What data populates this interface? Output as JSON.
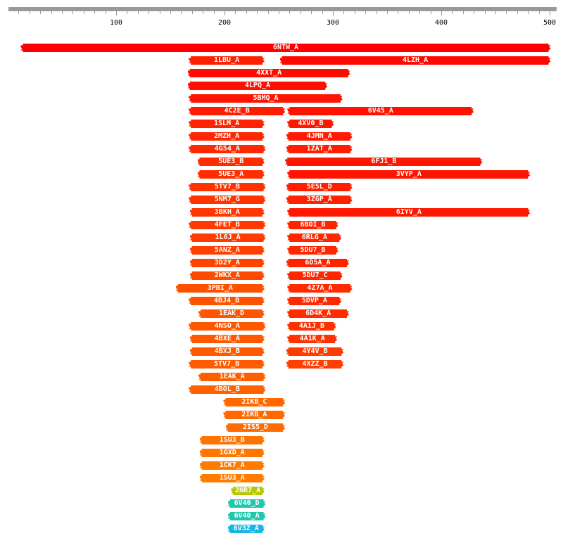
{
  "ruler": {
    "min": 0,
    "max": 505,
    "minor_step": 10,
    "labels": [
      "100",
      "200",
      "300",
      "400",
      "500"
    ]
  },
  "rows": [
    [
      {
        "label": "6NTW_A",
        "start": 12,
        "end": 501,
        "color": "#ff0000"
      }
    ],
    [
      {
        "label": "1LBU_A",
        "start": 167,
        "end": 237,
        "color": "#ff2000"
      },
      {
        "label": "4LZH_A",
        "start": 251,
        "end": 501,
        "color": "#ff0800"
      }
    ],
    [
      {
        "label": "4XXT_A",
        "start": 166,
        "end": 316,
        "color": "#ff0c00"
      }
    ],
    [
      {
        "label": "4LPQ_A",
        "start": 166,
        "end": 295,
        "color": "#ff1000"
      }
    ],
    [
      {
        "label": "5BMQ_A",
        "start": 167,
        "end": 309,
        "color": "#ff1400"
      }
    ],
    [
      {
        "label": "4C2E_B",
        "start": 167,
        "end": 256,
        "color": "#ff1c00"
      },
      {
        "label": "6V45_A",
        "start": 258,
        "end": 430,
        "color": "#ff1200"
      }
    ],
    [
      {
        "label": "1SLM_A",
        "start": 167,
        "end": 237,
        "color": "#ff2200"
      },
      {
        "label": "4XV0_B",
        "start": 258,
        "end": 301,
        "color": "#ff1800"
      }
    ],
    [
      {
        "label": "2MZH_A",
        "start": 167,
        "end": 237,
        "color": "#ff2600"
      },
      {
        "label": "4JMN_A",
        "start": 257,
        "end": 318,
        "color": "#ff1a00"
      }
    ],
    [
      {
        "label": "4G54_A",
        "start": 167,
        "end": 238,
        "color": "#ff2800"
      },
      {
        "label": "1ZAT_A",
        "start": 257,
        "end": 318,
        "color": "#ff1c00"
      }
    ],
    [
      {
        "label": "5UE3_B",
        "start": 175,
        "end": 237,
        "color": "#ff2c00"
      },
      {
        "label": "6FJ1_B",
        "start": 256,
        "end": 438,
        "color": "#ff1600"
      }
    ],
    [
      {
        "label": "5UE3_A",
        "start": 175,
        "end": 237,
        "color": "#ff2e00"
      },
      {
        "label": "3VYP_A",
        "start": 258,
        "end": 482,
        "color": "#ff1400"
      }
    ],
    [
      {
        "label": "5TV7_B",
        "start": 167,
        "end": 238,
        "color": "#ff3200"
      },
      {
        "label": "5E5L_D",
        "start": 257,
        "end": 318,
        "color": "#ff2000"
      }
    ],
    [
      {
        "label": "5NM7_G",
        "start": 167,
        "end": 238,
        "color": "#ff3400"
      },
      {
        "label": "3ZGP_A",
        "start": 257,
        "end": 318,
        "color": "#ff2200"
      }
    ],
    [
      {
        "label": "3BKH_A",
        "start": 168,
        "end": 237,
        "color": "#ff3600"
      },
      {
        "label": "6IYV_A",
        "start": 258,
        "end": 482,
        "color": "#ff1800"
      }
    ],
    [
      {
        "label": "4FET_B",
        "start": 167,
        "end": 238,
        "color": "#ff3a00"
      },
      {
        "label": "6BOI_B",
        "start": 258,
        "end": 305,
        "color": "#ff2400"
      }
    ],
    [
      {
        "label": "1L6J_A",
        "start": 168,
        "end": 238,
        "color": "#ff3c00"
      },
      {
        "label": "6RLG_A",
        "start": 258,
        "end": 308,
        "color": "#ff2600"
      }
    ],
    [
      {
        "label": "5ANZ_A",
        "start": 168,
        "end": 237,
        "color": "#ff4000"
      },
      {
        "label": "5DU7_B",
        "start": 258,
        "end": 305,
        "color": "#ff2600"
      }
    ],
    [
      {
        "label": "3D2Y_A",
        "start": 168,
        "end": 237,
        "color": "#ff4400"
      },
      {
        "label": "6D5A_A",
        "start": 257,
        "end": 315,
        "color": "#ff2400"
      }
    ],
    [
      {
        "label": "2WKX_A",
        "start": 168,
        "end": 237,
        "color": "#ff4a00"
      },
      {
        "label": "5DU7_C",
        "start": 258,
        "end": 309,
        "color": "#ff2600"
      }
    ],
    [
      {
        "label": "3PBI_A",
        "start": 155,
        "end": 237,
        "color": "#ff5000"
      },
      {
        "label": "4Z7A_A",
        "start": 258,
        "end": 318,
        "color": "#ff2a00"
      }
    ],
    [
      {
        "label": "4BJ4_B",
        "start": 167,
        "end": 237,
        "color": "#ff5200"
      },
      {
        "label": "5DVP_A",
        "start": 258,
        "end": 308,
        "color": "#ff2800"
      }
    ],
    [
      {
        "label": "1EAK_D",
        "start": 176,
        "end": 237,
        "color": "#ff5400"
      },
      {
        "label": "6D4K_A",
        "start": 258,
        "end": 315,
        "color": "#ff2c00"
      }
    ],
    [
      {
        "label": "4NSO_A",
        "start": 167,
        "end": 238,
        "color": "#ff5600"
      },
      {
        "label": "4A1J_B",
        "start": 258,
        "end": 303,
        "color": "#ff3000"
      }
    ],
    [
      {
        "label": "4BXE_A",
        "start": 168,
        "end": 237,
        "color": "#ff5800"
      },
      {
        "label": "4A1K_A",
        "start": 258,
        "end": 304,
        "color": "#ff3200"
      }
    ],
    [
      {
        "label": "4BXJ_B",
        "start": 168,
        "end": 237,
        "color": "#ff5a00"
      },
      {
        "label": "4Y4V_B",
        "start": 257,
        "end": 310,
        "color": "#ff3c00"
      }
    ],
    [
      {
        "label": "5TV7_B",
        "start": 167,
        "end": 237,
        "color": "#ff5c00"
      },
      {
        "label": "4XZZ_B",
        "start": 257,
        "end": 310,
        "color": "#ff3e00"
      }
    ],
    [
      {
        "label": "1EAK_A",
        "start": 176,
        "end": 238,
        "color": "#ff5e00"
      }
    ],
    [
      {
        "label": "4BOL_B",
        "start": 167,
        "end": 238,
        "color": "#ff6000"
      }
    ],
    [
      {
        "label": "2IKB_C",
        "start": 199,
        "end": 256,
        "color": "#ff6800"
      }
    ],
    [
      {
        "label": "2IKB_A",
        "start": 199,
        "end": 256,
        "color": "#ff6a00"
      }
    ],
    [
      {
        "label": "2IS5_D",
        "start": 201,
        "end": 256,
        "color": "#ff6c00"
      }
    ],
    [
      {
        "label": "1SU3_B",
        "start": 177,
        "end": 237,
        "color": "#ff7400"
      }
    ],
    [
      {
        "label": "1GXD_A",
        "start": 177,
        "end": 237,
        "color": "#ff7600"
      }
    ],
    [
      {
        "label": "1CK7_A",
        "start": 177,
        "end": 237,
        "color": "#ff7a00"
      }
    ],
    [
      {
        "label": "1SU3_A",
        "start": 177,
        "end": 237,
        "color": "#ff7c00"
      }
    ],
    [
      {
        "label": "2NR7_A",
        "start": 206,
        "end": 237,
        "color": "#b5c800"
      }
    ],
    [
      {
        "label": "6V40_D",
        "start": 203,
        "end": 238,
        "color": "#1ec8aa"
      }
    ],
    [
      {
        "label": "6V40_A",
        "start": 203,
        "end": 238,
        "color": "#1ec8aa"
      }
    ],
    [
      {
        "label": "6V3Z_A",
        "start": 203,
        "end": 237,
        "color": "#17b6e2"
      }
    ]
  ]
}
